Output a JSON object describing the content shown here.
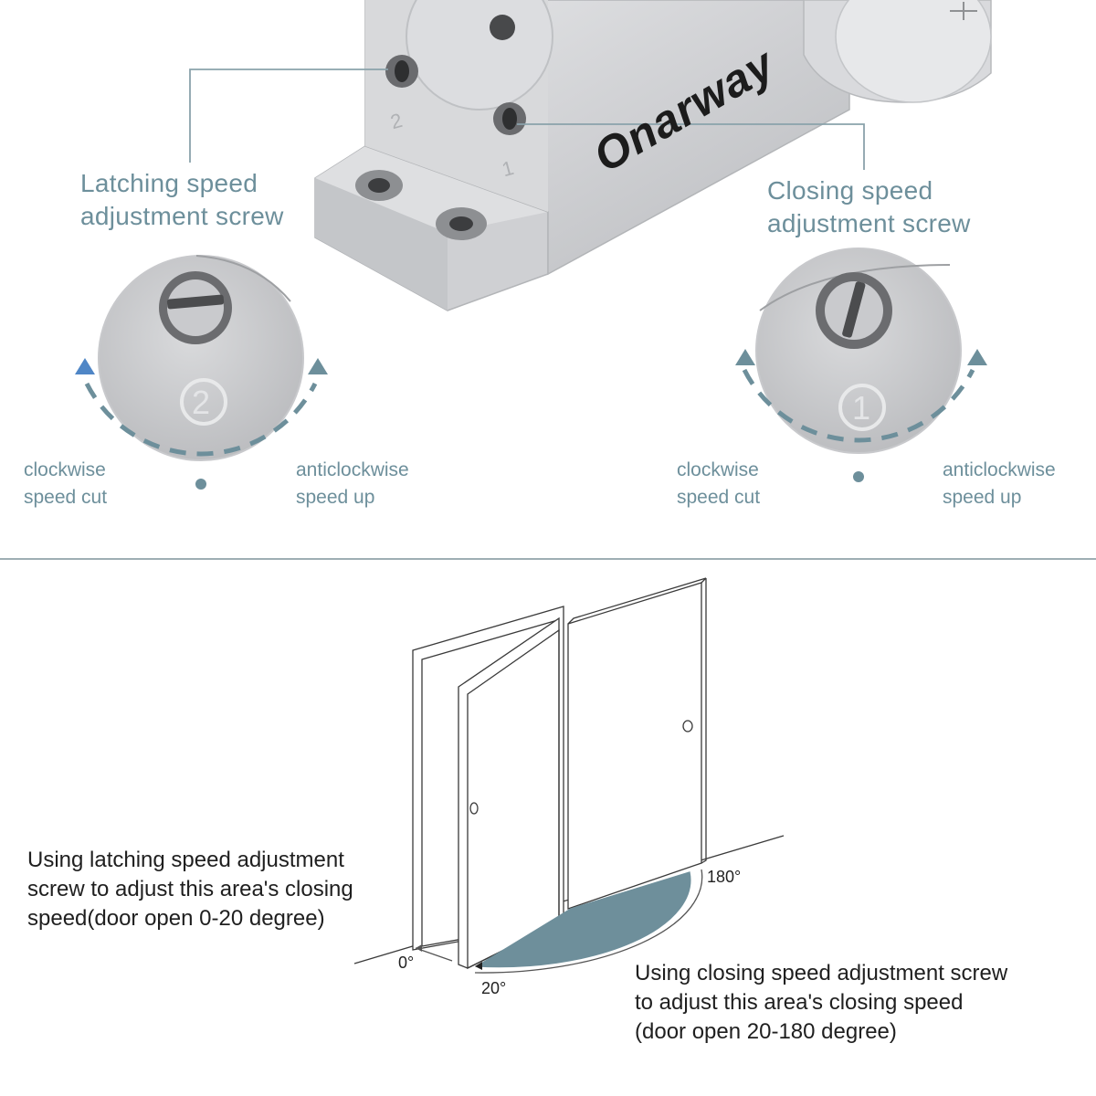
{
  "brand": {
    "name": "Onarway"
  },
  "callouts": {
    "latching": {
      "line1": "Latching speed",
      "line2": "adjustment screw"
    },
    "closing": {
      "line1": "Closing speed",
      "line2": "adjustment screw"
    }
  },
  "screws": {
    "left": {
      "number": "2",
      "left_dir": {
        "line1": "clockwise",
        "line2": "speed cut"
      },
      "right_dir": {
        "line1": "anticlockwise",
        "line2": "speed up"
      }
    },
    "right": {
      "number": "1",
      "left_dir": {
        "line1": "clockwise",
        "line2": "speed cut"
      },
      "right_dir": {
        "line1": "anticlockwise",
        "line2": "speed up"
      }
    }
  },
  "body_marks": {
    "mark_left": "2",
    "mark_right": "1"
  },
  "diagram": {
    "angle_0": "0°",
    "angle_20": "20°",
    "angle_180": "180°",
    "caption_left": {
      "line1": "Using latching speed adjustment",
      "line2": "screw to adjust this area's closing",
      "line3": "speed(door open 0-20 degree)"
    },
    "caption_right": {
      "line1": "Using closing speed adjustment screw",
      "line2": "to adjust this area's closing speed",
      "line3": "(door open 20-180 degree)"
    }
  },
  "colors": {
    "accent": "#6d8f9b",
    "arrow_blue": "#4f86c6",
    "sector_fill": "#6e8f9b",
    "metal": "#d3d4d6",
    "divider": "#7f949c"
  }
}
